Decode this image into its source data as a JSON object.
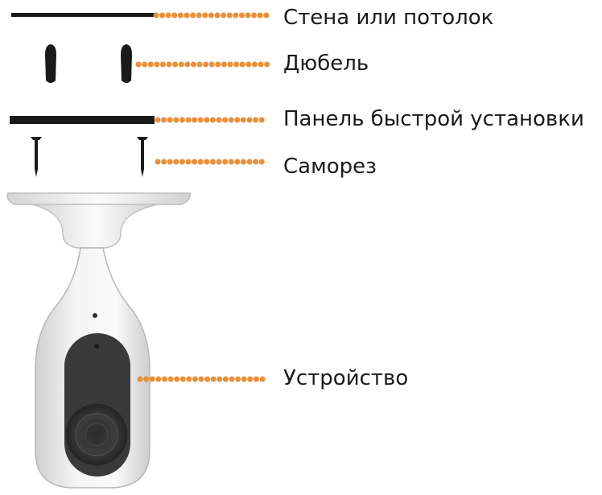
{
  "labels": {
    "wall": "Стена или потолок",
    "dowel": "Дюбель",
    "panel": "Панель быстрой установки",
    "screw": "Саморез",
    "device": "Устройство"
  },
  "colors": {
    "leader": "#e8913a",
    "part_black": "#1a1a1a",
    "body_gray": "#d6d6d6",
    "body_white": "#f7f7f7",
    "face_dark": "#3a3a3a"
  }
}
